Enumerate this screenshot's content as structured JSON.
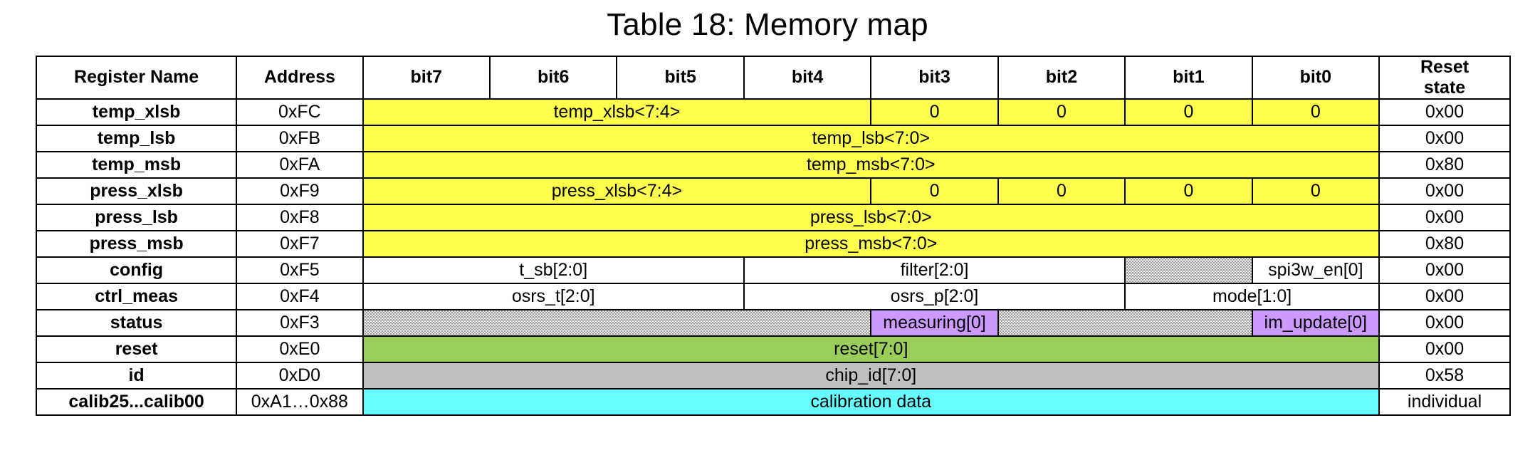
{
  "title": "Table 18: Memory map",
  "colors": {
    "yellow": "#ffff4d",
    "green": "#9acd5a",
    "gray": "#c0c0c0",
    "cyan": "#66ffff",
    "purple": "#cc99ff",
    "hatch_gray": "#9a9a9a",
    "border": "#000000"
  },
  "table": {
    "headers": {
      "register_name": "Register Name",
      "address": "Address",
      "bit7": "bit7",
      "bit6": "bit6",
      "bit5": "bit5",
      "bit4": "bit4",
      "bit3": "bit3",
      "bit2": "bit2",
      "bit1": "bit1",
      "bit0": "bit0",
      "reset_state_line1": "Reset",
      "reset_state_line2": "state"
    },
    "rows": [
      {
        "name": "temp_xlsb",
        "address": "0xFC",
        "reset": "0x00",
        "cells": [
          {
            "text": "temp_xlsb<7:4>",
            "span": 4,
            "fill": "yellow"
          },
          {
            "text": "0",
            "span": 1,
            "fill": "yellow"
          },
          {
            "text": "0",
            "span": 1,
            "fill": "yellow"
          },
          {
            "text": "0",
            "span": 1,
            "fill": "yellow"
          },
          {
            "text": "0",
            "span": 1,
            "fill": "yellow"
          }
        ]
      },
      {
        "name": "temp_lsb",
        "address": "0xFB",
        "reset": "0x00",
        "cells": [
          {
            "text": "temp_lsb<7:0>",
            "span": 8,
            "fill": "yellow"
          }
        ]
      },
      {
        "name": "temp_msb",
        "address": "0xFA",
        "reset": "0x80",
        "cells": [
          {
            "text": "temp_msb<7:0>",
            "span": 8,
            "fill": "yellow"
          }
        ]
      },
      {
        "name": "press_xlsb",
        "address": "0xF9",
        "reset": "0x00",
        "cells": [
          {
            "text": "press_xlsb<7:4>",
            "span": 4,
            "fill": "yellow"
          },
          {
            "text": "0",
            "span": 1,
            "fill": "yellow"
          },
          {
            "text": "0",
            "span": 1,
            "fill": "yellow"
          },
          {
            "text": "0",
            "span": 1,
            "fill": "yellow"
          },
          {
            "text": "0",
            "span": 1,
            "fill": "yellow"
          }
        ]
      },
      {
        "name": "press_lsb",
        "address": "0xF8",
        "reset": "0x00",
        "cells": [
          {
            "text": "press_lsb<7:0>",
            "span": 8,
            "fill": "yellow"
          }
        ]
      },
      {
        "name": "press_msb",
        "address": "0xF7",
        "reset": "0x80",
        "cells": [
          {
            "text": "press_msb<7:0>",
            "span": 8,
            "fill": "yellow"
          }
        ]
      },
      {
        "name": "config",
        "address": "0xF5",
        "reset": "0x00",
        "cells": [
          {
            "text": "t_sb[2:0]",
            "span": 3,
            "fill": "white"
          },
          {
            "text": "filter[2:0]",
            "span": 3,
            "fill": "white"
          },
          {
            "text": "",
            "span": 1,
            "fill": "hatch"
          },
          {
            "text": "spi3w_en[0]",
            "span": 1,
            "fill": "white"
          }
        ]
      },
      {
        "name": "ctrl_meas",
        "address": "0xF4",
        "reset": "0x00",
        "cells": [
          {
            "text": "osrs_t[2:0]",
            "span": 3,
            "fill": "white"
          },
          {
            "text": "osrs_p[2:0]",
            "span": 3,
            "fill": "white"
          },
          {
            "text": "mode[1:0]",
            "span": 2,
            "fill": "white"
          }
        ]
      },
      {
        "name": "status",
        "address": "0xF3",
        "reset": "0x00",
        "cells": [
          {
            "text": "",
            "span": 4,
            "fill": "hatch"
          },
          {
            "text": "measuring[0]",
            "span": 1,
            "fill": "purple"
          },
          {
            "text": "",
            "span": 2,
            "fill": "hatch"
          },
          {
            "text": "im_update[0]",
            "span": 1,
            "fill": "purple"
          }
        ]
      },
      {
        "name": "reset",
        "address": "0xE0",
        "reset": "0x00",
        "cells": [
          {
            "text": "reset[7:0]",
            "span": 8,
            "fill": "green"
          }
        ]
      },
      {
        "name": "id",
        "address": "0xD0",
        "reset": "0x58",
        "cells": [
          {
            "text": "chip_id[7:0]",
            "span": 8,
            "fill": "gray"
          }
        ]
      },
      {
        "name": "calib25...calib00",
        "address": "0xA1…0x88",
        "reset": "individual",
        "cells": [
          {
            "text": "calibration data",
            "span": 8,
            "fill": "cyan"
          }
        ]
      }
    ]
  }
}
